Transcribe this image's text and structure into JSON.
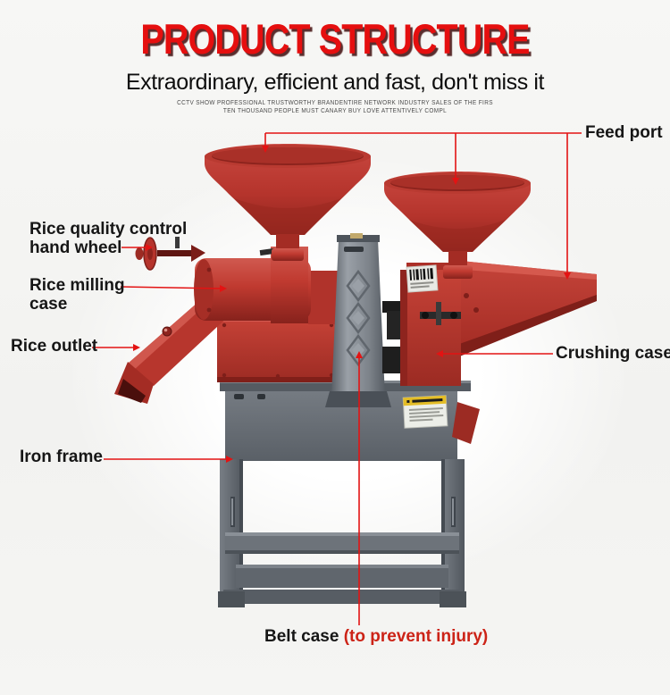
{
  "header": {
    "title": "PRODUCT STRUCTURE",
    "subtitle": "Extraordinary, efficient and fast, don't miss it",
    "tagline_line1": "CCTV SHOW PROFESSIONAL TRUSTWORTHY BRANDENTIRE NETWORK INDUSTRY SALES OF THE FIRS",
    "tagline_line2": "TEN THOUSAND PEOPLE MUST CANARY BUY LOVE ATTENTIVELY COMPL"
  },
  "labels": {
    "feed_port": "Feed port",
    "hand_wheel_line1": "Rice quality control",
    "hand_wheel_line2": "hand wheel",
    "milling_case_line1": "Rice milling",
    "milling_case_line2": "case",
    "rice_outlet": "Rice outlet",
    "crushing_case": "Crushing case",
    "iron_frame": "Iron frame",
    "belt_case": "Belt case ",
    "belt_case_note": "(to prevent injury)"
  },
  "colors": {
    "title_red": "#e50f0f",
    "callout_line_red": "#e31313",
    "note_red": "#cc2317",
    "machine_red": "#c03a30",
    "machine_red_dark": "#8e241e",
    "belt_case_gray": "#848a91",
    "frame_gray": "#6d737a",
    "warning_yellow": "#e4bd27",
    "background": "#f4f4f2"
  }
}
